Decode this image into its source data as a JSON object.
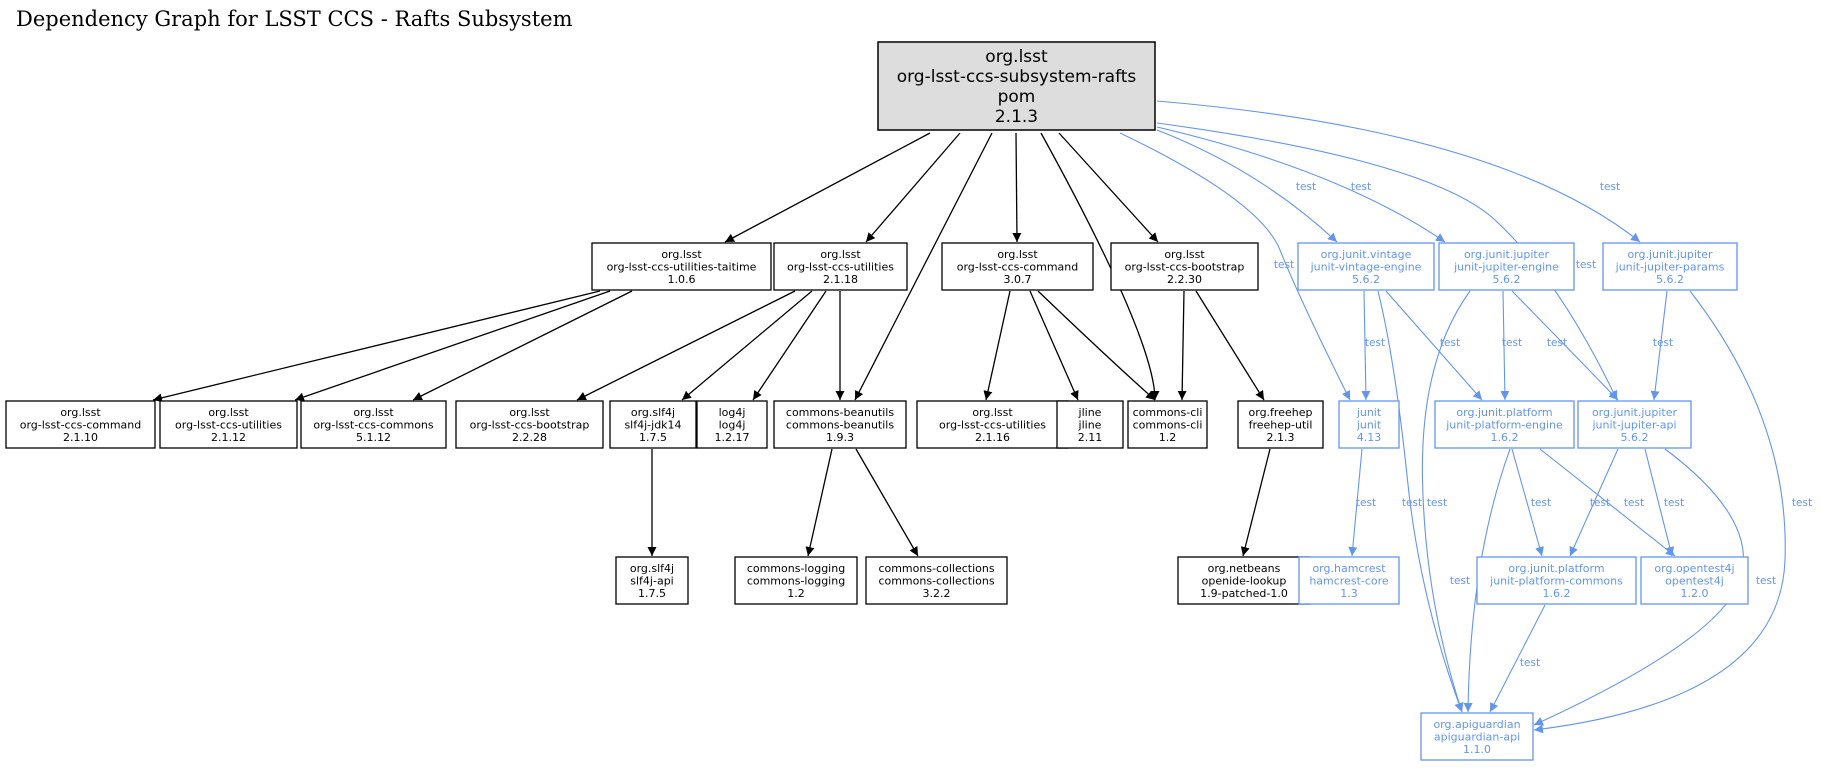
{
  "title": "Dependency Graph for LSST CCS - Rafts Subsystem",
  "colors": {
    "compile": "#000000",
    "test": "#6495ED",
    "root_fill": "#DDDDDD",
    "node_fill": "#FFFFFF"
  },
  "nodes": [
    {
      "id": "root",
      "lines": [
        "org.lsst",
        "org-lsst-ccs-subsystem-rafts",
        "pom",
        "2.1.3"
      ],
      "scope": "root"
    },
    {
      "id": "taitime",
      "lines": [
        "org.lsst",
        "org-lsst-ccs-utilities-taitime",
        "1.0.6"
      ],
      "scope": "compile"
    },
    {
      "id": "utilities2118",
      "lines": [
        "org.lsst",
        "org-lsst-ccs-utilities",
        "2.1.18"
      ],
      "scope": "compile"
    },
    {
      "id": "command307",
      "lines": [
        "org.lsst",
        "org-lsst-ccs-command",
        "3.0.7"
      ],
      "scope": "compile"
    },
    {
      "id": "bootstrap2230",
      "lines": [
        "org.lsst",
        "org-lsst-ccs-bootstrap",
        "2.2.30"
      ],
      "scope": "compile"
    },
    {
      "id": "vintage",
      "lines": [
        "org.junit.vintage",
        "junit-vintage-engine",
        "5.6.2"
      ],
      "scope": "test"
    },
    {
      "id": "jupiterengine",
      "lines": [
        "org.junit.jupiter",
        "junit-jupiter-engine",
        "5.6.2"
      ],
      "scope": "test"
    },
    {
      "id": "jupiterparams",
      "lines": [
        "org.junit.jupiter",
        "junit-jupiter-params",
        "5.6.2"
      ],
      "scope": "test"
    },
    {
      "id": "command2110",
      "lines": [
        "org.lsst",
        "org-lsst-ccs-command",
        "2.1.10"
      ],
      "scope": "compile"
    },
    {
      "id": "utilities2112",
      "lines": [
        "org.lsst",
        "org-lsst-ccs-utilities",
        "2.1.12"
      ],
      "scope": "compile"
    },
    {
      "id": "commons5112",
      "lines": [
        "org.lsst",
        "org-lsst-ccs-commons",
        "5.1.12"
      ],
      "scope": "compile"
    },
    {
      "id": "bootstrap2228",
      "lines": [
        "org.lsst",
        "org-lsst-ccs-bootstrap",
        "2.2.28"
      ],
      "scope": "compile"
    },
    {
      "id": "slf4jjdk",
      "lines": [
        "org.slf4j",
        "slf4j-jdk14",
        "1.7.5"
      ],
      "scope": "compile"
    },
    {
      "id": "log4j",
      "lines": [
        "log4j",
        "log4j",
        "1.2.17"
      ],
      "scope": "compile"
    },
    {
      "id": "beanutils",
      "lines": [
        "commons-beanutils",
        "commons-beanutils",
        "1.9.3"
      ],
      "scope": "compile"
    },
    {
      "id": "utilities2116",
      "lines": [
        "org.lsst",
        "org-lsst-ccs-utilities",
        "2.1.16"
      ],
      "scope": "compile"
    },
    {
      "id": "jline",
      "lines": [
        "jline",
        "jline",
        "2.11"
      ],
      "scope": "compile"
    },
    {
      "id": "commonscli",
      "lines": [
        "commons-cli",
        "commons-cli",
        "1.2"
      ],
      "scope": "compile"
    },
    {
      "id": "freehep",
      "lines": [
        "org.freehep",
        "freehep-util",
        "2.1.3"
      ],
      "scope": "compile"
    },
    {
      "id": "junit",
      "lines": [
        "junit",
        "junit",
        "4.13"
      ],
      "scope": "test"
    },
    {
      "id": "platformengine",
      "lines": [
        "org.junit.platform",
        "junit-platform-engine",
        "1.6.2"
      ],
      "scope": "test"
    },
    {
      "id": "jupiterapi",
      "lines": [
        "org.junit.jupiter",
        "junit-jupiter-api",
        "5.6.2"
      ],
      "scope": "test"
    },
    {
      "id": "slf4japi",
      "lines": [
        "org.slf4j",
        "slf4j-api",
        "1.7.5"
      ],
      "scope": "compile"
    },
    {
      "id": "logging",
      "lines": [
        "commons-logging",
        "commons-logging",
        "1.2"
      ],
      "scope": "compile"
    },
    {
      "id": "collections",
      "lines": [
        "commons-collections",
        "commons-collections",
        "3.2.2"
      ],
      "scope": "compile"
    },
    {
      "id": "openide",
      "lines": [
        "org.netbeans",
        "openide-lookup",
        "1.9-patched-1.0"
      ],
      "scope": "compile"
    },
    {
      "id": "hamcrest",
      "lines": [
        "org.hamcrest",
        "hamcrest-core",
        "1.3"
      ],
      "scope": "test"
    },
    {
      "id": "platformcommons",
      "lines": [
        "org.junit.platform",
        "junit-platform-commons",
        "1.6.2"
      ],
      "scope": "test"
    },
    {
      "id": "opentest4j",
      "lines": [
        "org.opentest4j",
        "opentest4j",
        "1.2.0"
      ],
      "scope": "test"
    },
    {
      "id": "apiguardian",
      "lines": [
        "org.apiguardian",
        "apiguardian-api",
        "1.1.0"
      ],
      "scope": "test"
    }
  ],
  "edges": [
    {
      "from": "root",
      "to": "taitime",
      "scope": "compile"
    },
    {
      "from": "root",
      "to": "utilities2118",
      "scope": "compile"
    },
    {
      "from": "root",
      "to": "beanutils",
      "scope": "compile"
    },
    {
      "from": "root",
      "to": "command307",
      "scope": "compile"
    },
    {
      "from": "root",
      "to": "commonscli",
      "scope": "compile"
    },
    {
      "from": "root",
      "to": "bootstrap2230",
      "scope": "compile"
    },
    {
      "from": "root",
      "to": "junit",
      "scope": "test",
      "label": "test"
    },
    {
      "from": "root",
      "to": "vintage",
      "scope": "test",
      "label": "test"
    },
    {
      "from": "root",
      "to": "jupiterengine",
      "scope": "test",
      "label": "test"
    },
    {
      "from": "root",
      "to": "jupiterapi",
      "scope": "test",
      "label": "test"
    },
    {
      "from": "root",
      "to": "jupiterparams",
      "scope": "test",
      "label": "test"
    },
    {
      "from": "taitime",
      "to": "command2110",
      "scope": "compile"
    },
    {
      "from": "taitime",
      "to": "utilities2112",
      "scope": "compile"
    },
    {
      "from": "taitime",
      "to": "commons5112",
      "scope": "compile"
    },
    {
      "from": "utilities2118",
      "to": "bootstrap2228",
      "scope": "compile"
    },
    {
      "from": "utilities2118",
      "to": "slf4jjdk",
      "scope": "compile"
    },
    {
      "from": "utilities2118",
      "to": "log4j",
      "scope": "compile"
    },
    {
      "from": "utilities2118",
      "to": "beanutils",
      "scope": "compile"
    },
    {
      "from": "command307",
      "to": "utilities2116",
      "scope": "compile"
    },
    {
      "from": "command307",
      "to": "jline",
      "scope": "compile"
    },
    {
      "from": "command307",
      "to": "commonscli",
      "scope": "compile"
    },
    {
      "from": "bootstrap2230",
      "to": "commonscli",
      "scope": "compile"
    },
    {
      "from": "bootstrap2230",
      "to": "freehep",
      "scope": "compile"
    },
    {
      "from": "slf4jjdk",
      "to": "slf4japi",
      "scope": "compile"
    },
    {
      "from": "beanutils",
      "to": "logging",
      "scope": "compile"
    },
    {
      "from": "beanutils",
      "to": "collections",
      "scope": "compile"
    },
    {
      "from": "freehep",
      "to": "openide",
      "scope": "compile"
    },
    {
      "from": "vintage",
      "to": "junit",
      "scope": "test",
      "label": "test"
    },
    {
      "from": "vintage",
      "to": "platformengine",
      "scope": "test",
      "label": "test"
    },
    {
      "from": "vintage",
      "to": "apiguardian",
      "scope": "test",
      "label": "test"
    },
    {
      "from": "jupiterengine",
      "to": "platformengine",
      "scope": "test",
      "label": "test"
    },
    {
      "from": "jupiterengine",
      "to": "jupiterapi",
      "scope": "test",
      "label": "test"
    },
    {
      "from": "jupiterengine",
      "to": "apiguardian",
      "scope": "test",
      "label": "test"
    },
    {
      "from": "jupiterparams",
      "to": "jupiterapi",
      "scope": "test",
      "label": "test"
    },
    {
      "from": "jupiterparams",
      "to": "apiguardian",
      "scope": "test",
      "label": "test"
    },
    {
      "from": "junit",
      "to": "hamcrest",
      "scope": "test",
      "label": "test"
    },
    {
      "from": "platformengine",
      "to": "platformcommons",
      "scope": "test",
      "label": "test"
    },
    {
      "from": "platformengine",
      "to": "opentest4j",
      "scope": "test",
      "label": "test"
    },
    {
      "from": "platformengine",
      "to": "apiguardian",
      "scope": "test",
      "label": "test"
    },
    {
      "from": "jupiterapi",
      "to": "platformcommons",
      "scope": "test",
      "label": "test"
    },
    {
      "from": "jupiterapi",
      "to": "opentest4j",
      "scope": "test",
      "label": "test"
    },
    {
      "from": "jupiterapi",
      "to": "apiguardian",
      "scope": "test",
      "label": "test"
    },
    {
      "from": "platformcommons",
      "to": "apiguardian",
      "scope": "test",
      "label": "test"
    }
  ]
}
